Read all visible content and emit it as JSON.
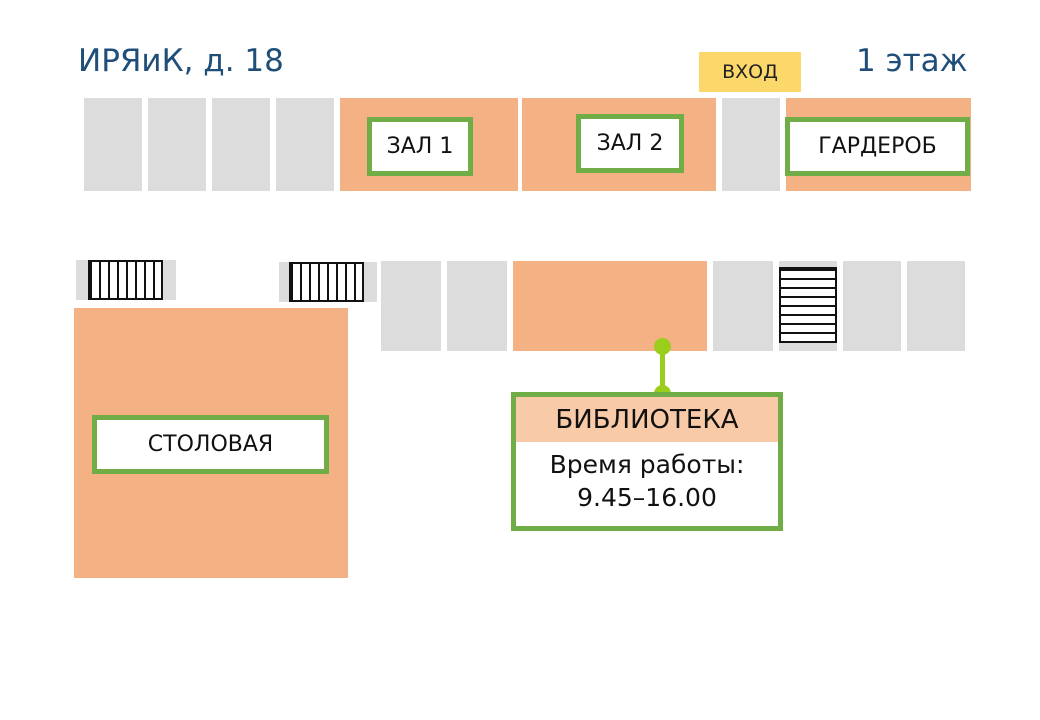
{
  "header": {
    "building": "ИРЯиК, д. 18",
    "floor": "1 этаж",
    "entrance": "ВХОД"
  },
  "rooms": {
    "hall1": "ЗАЛ 1",
    "hall2": "ЗАЛ 2",
    "wardrobe": "ГАРДЕРОБ",
    "canteen": "СТОЛОВАЯ",
    "library": "БИБЛИОТЕКА",
    "library_hours_label": "Время работы:",
    "library_hours": "9.45–16.00"
  },
  "colors": {
    "title": "#1f4e79",
    "room_gray": "#dcdcdc",
    "room_orange": "#f3b184",
    "label_border": "#70ad47",
    "entrance": "#fcd76a",
    "connector": "#9acd1c",
    "library_header": "#f8caa8"
  },
  "icons": [
    "stairs-icon",
    "stairs-icon",
    "stairs-icon"
  ]
}
